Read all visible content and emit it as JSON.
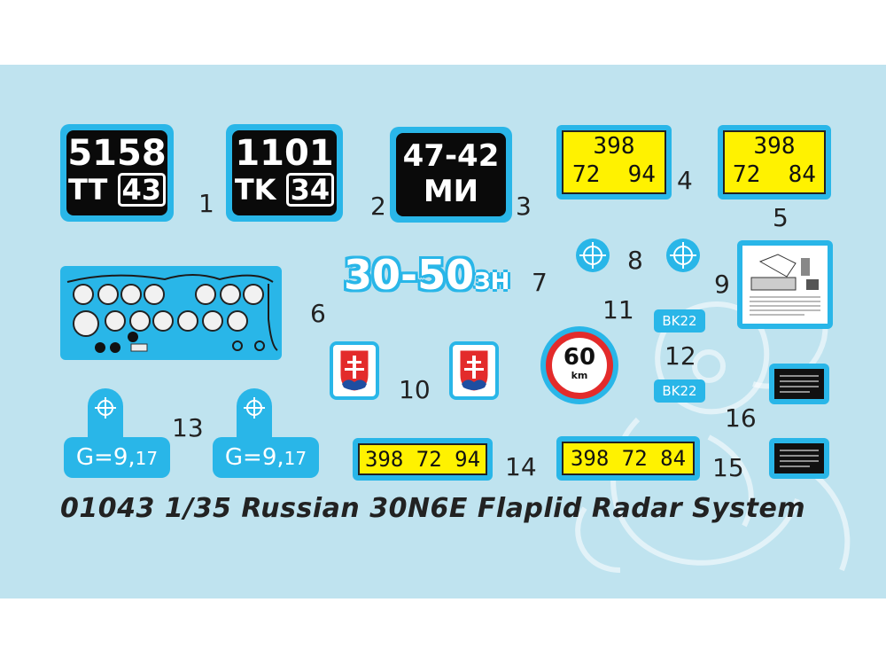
{
  "decals": {
    "d1": {
      "top": "5158",
      "left": "TT",
      "right": "43",
      "num": "1"
    },
    "d2": {
      "top": "1101",
      "left": "TK",
      "right": "34",
      "num": "2"
    },
    "d3": {
      "top": "47-42",
      "bottom": "МИ",
      "num": "3"
    },
    "d4": {
      "line1": "398",
      "line2": "72  94",
      "num": "4"
    },
    "d5": {
      "line1": "398",
      "line2": "72  84",
      "num": "5"
    },
    "d6": {
      "num": "6"
    },
    "d7": {
      "main": "30-50",
      "suffix": "ЗН",
      "num": "7"
    },
    "d8": {
      "num": "8"
    },
    "d9": {
      "num": "9"
    },
    "d10": {
      "num": "10"
    },
    "d11": {
      "label": "BK22",
      "num": "11"
    },
    "d12": {
      "label": "BK22",
      "num": "12"
    },
    "sign": {
      "speed": "60",
      "unit": "km"
    },
    "d13": {
      "label": "G=9,",
      "sub": "17",
      "num": "13"
    },
    "d14": {
      "text": "398 72 94",
      "num": "14"
    },
    "d15": {
      "text": "398 72 84",
      "num": "15"
    },
    "d16": {
      "num": "16"
    }
  },
  "footer": {
    "title": "01043 1/35  Russian 30N6E Flaplid Radar System"
  },
  "colors": {
    "sheet": "#bfe3ef",
    "decal_blue": "#29b6e8",
    "plate_yellow": "#fff200",
    "plate_black": "#0a0a0a",
    "shield_red": "#e32b2b"
  }
}
